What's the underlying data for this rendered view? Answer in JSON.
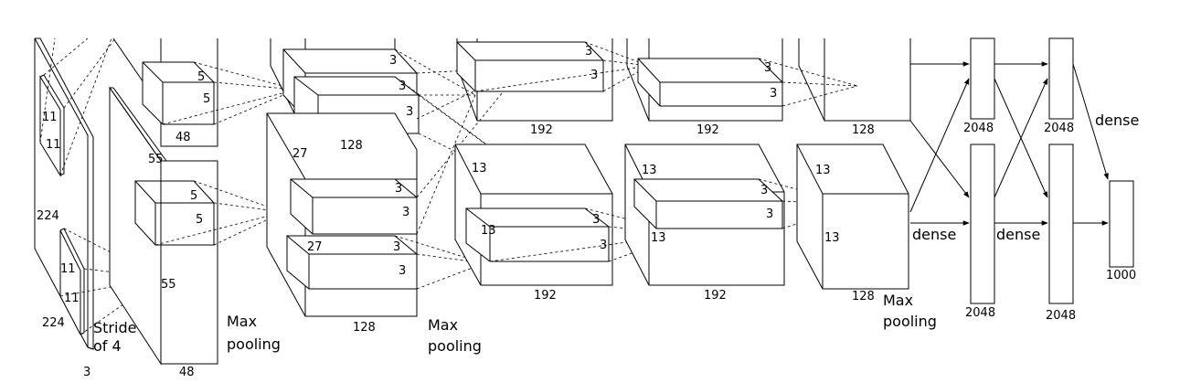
{
  "labels": {
    "in_224_side": "224",
    "in_224_bottom": "224",
    "in_3": "3",
    "k1_11a": "11",
    "k1_11b": "11",
    "k1b_11a": "11",
    "k1b_11b": "11",
    "stride_line1": "Stride",
    "stride_line2": "of 4",
    "c1_55_top": "55",
    "c1_55_bottom": "55",
    "c1_48_top": "48",
    "c1_48_bottom": "48",
    "k2_5a": "5",
    "k2_5b": "5",
    "k2b_5a": "5",
    "k2b_5b": "5",
    "pool1_line1": "Max",
    "pool1_line2": "pooling",
    "c2_27_top": "27",
    "c2_27_bottom": "27",
    "c2_128_top": "128",
    "c2_128_bottom": "128",
    "k3_3a": "3",
    "k3_3b": "3",
    "k3_3c": "3",
    "k3b_3a": "3",
    "k3b_3b": "3",
    "k3b_3c": "3",
    "k3b_3d": "3",
    "pool2_line1": "Max",
    "pool2_line2": "pooling",
    "c3_13_bottom": "13",
    "c3_13_inner": "13",
    "c3_192_top": "192",
    "c3_192_bottom": "192",
    "k4_3a": "3",
    "k4_3b": "3",
    "k4b_3a": "3",
    "k4b_3b": "3",
    "c4_13_bottom": "13",
    "c4_13_inner": "13",
    "c4_192_top": "192",
    "c4_192_bottom": "192",
    "k5_3a": "3",
    "k5_3b": "3",
    "k5b_3a": "3",
    "k5b_3b": "3",
    "c5_13_a": "13",
    "c5_13_b": "13",
    "c5_128_top": "128",
    "c5_128_bottom": "128",
    "pool3_line1": "Max",
    "pool3_line2": "pooling",
    "fc_2048_a": "2048",
    "fc_2048_b": "2048",
    "fc_2048_c": "2048",
    "fc_2048_d": "2048",
    "dense_a": "dense",
    "dense_b": "dense",
    "dense_c": "dense",
    "out_1000": "1000"
  }
}
